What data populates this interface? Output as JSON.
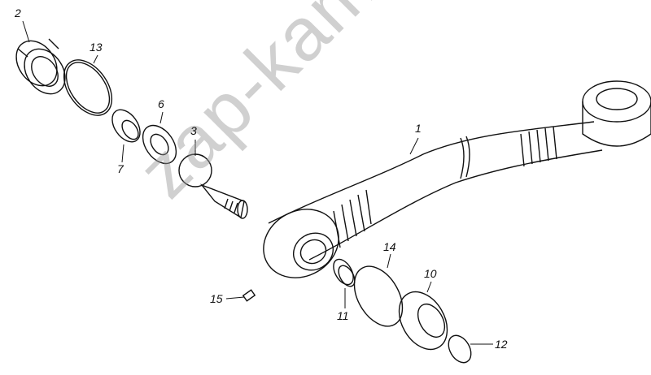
{
  "watermark": "zap-kam.ru",
  "callouts": [
    "1",
    "2",
    "3",
    "6",
    "7",
    "10",
    "11",
    "12",
    "13",
    "14",
    "15"
  ]
}
